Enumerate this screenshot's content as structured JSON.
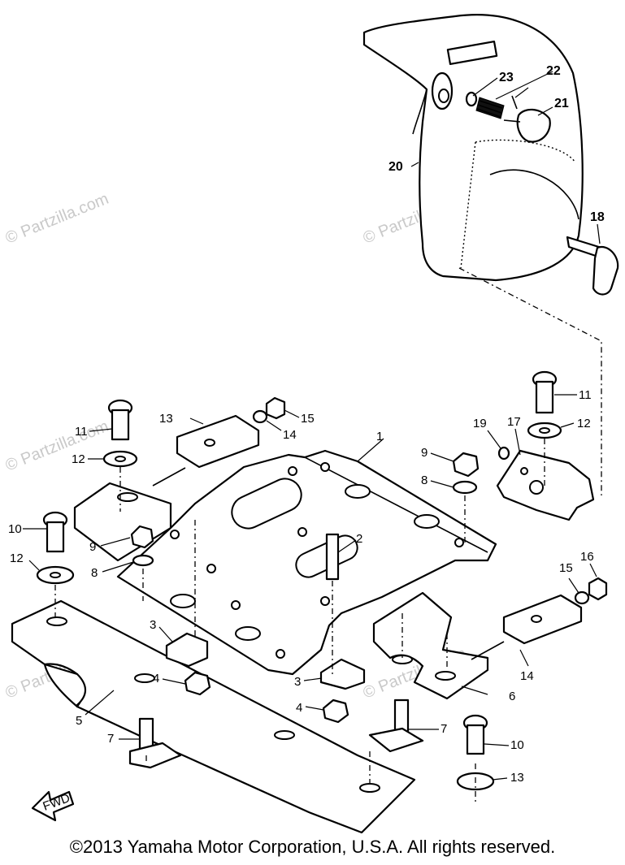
{
  "watermark": "© Partzilla.com",
  "copyright": "©2013  Yamaha Motor Corporation, U.S.A. All rights reserved.",
  "fwd_label": "FWD",
  "callouts": [
    "1",
    "2",
    "3",
    "3",
    "4",
    "4",
    "5",
    "6",
    "7",
    "7",
    "8",
    "8",
    "9",
    "9",
    "10",
    "10",
    "11",
    "11",
    "12",
    "12",
    "12",
    "13",
    "13",
    "14",
    "14",
    "15",
    "15",
    "16",
    "17",
    "18",
    "19",
    "20",
    "21",
    "22",
    "23"
  ]
}
